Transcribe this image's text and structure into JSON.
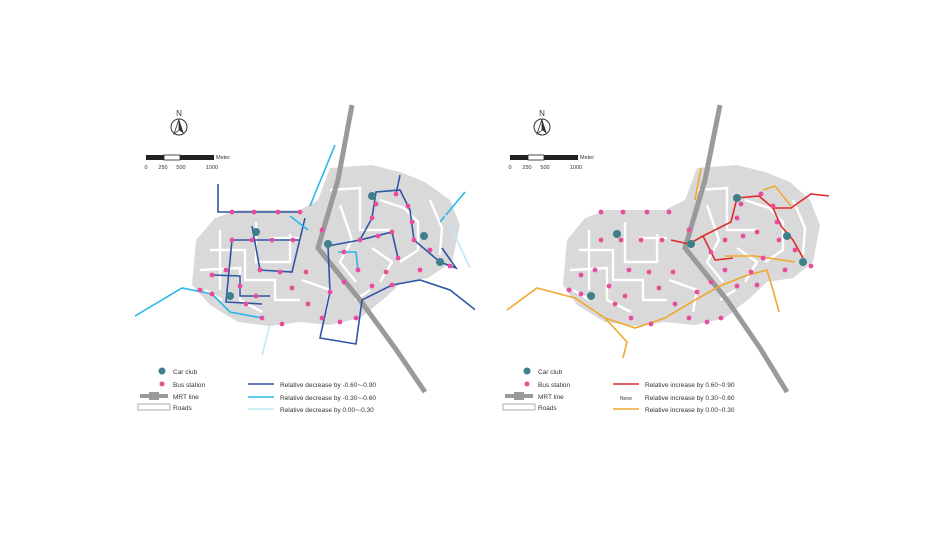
{
  "colors": {
    "background": "#ffffff",
    "area_fill": "#d9d9d9",
    "roads": "#ffffff",
    "mrt": "#9a9a9a",
    "car_club": "#3f7f8a",
    "bus_station": "#e84c9a",
    "dec_high": "#2f55a4",
    "dec_mid": "#29b6e8",
    "dec_low": "#bfe9f3",
    "inc_high": "#e02b2b",
    "inc_low": "#f0a830"
  },
  "panels": [
    {
      "north_label": "N",
      "scale": {
        "unit": "Meter",
        "ticks": [
          "0",
          "250",
          "500",
          "1000"
        ]
      },
      "legend": {
        "car_club": "Car club",
        "bus_station": "Bus station",
        "mrt_line": "MRT line",
        "roads": "Roads",
        "lines": [
          {
            "label": "Relative decrease by -0.60~-0.90",
            "color": "#2f55a4",
            "none": ""
          },
          {
            "label": "Relative decrease by -0.30~-0.60",
            "color": "#29b6e8",
            "none": ""
          },
          {
            "label": "Relative decrease by  0.00~-0.30",
            "color": "#bfe9f3",
            "none": ""
          }
        ]
      }
    },
    {
      "north_label": "N",
      "scale": {
        "unit": "Meter",
        "ticks": [
          "0",
          "250",
          "500",
          "1000"
        ]
      },
      "legend": {
        "car_club": "Car club",
        "bus_station": "Bus station",
        "mrt_line": "MRT line",
        "roads": "Roads",
        "lines": [
          {
            "label": "Relative increase by 0.60~0.90",
            "color": "#e02b2b",
            "none": ""
          },
          {
            "label": "Relative increase by 0.30~0.60",
            "color": "",
            "none": "None"
          },
          {
            "label": "Relative increase by 0.00~0.30",
            "color": "#f0a830",
            "none": ""
          }
        ]
      }
    }
  ]
}
